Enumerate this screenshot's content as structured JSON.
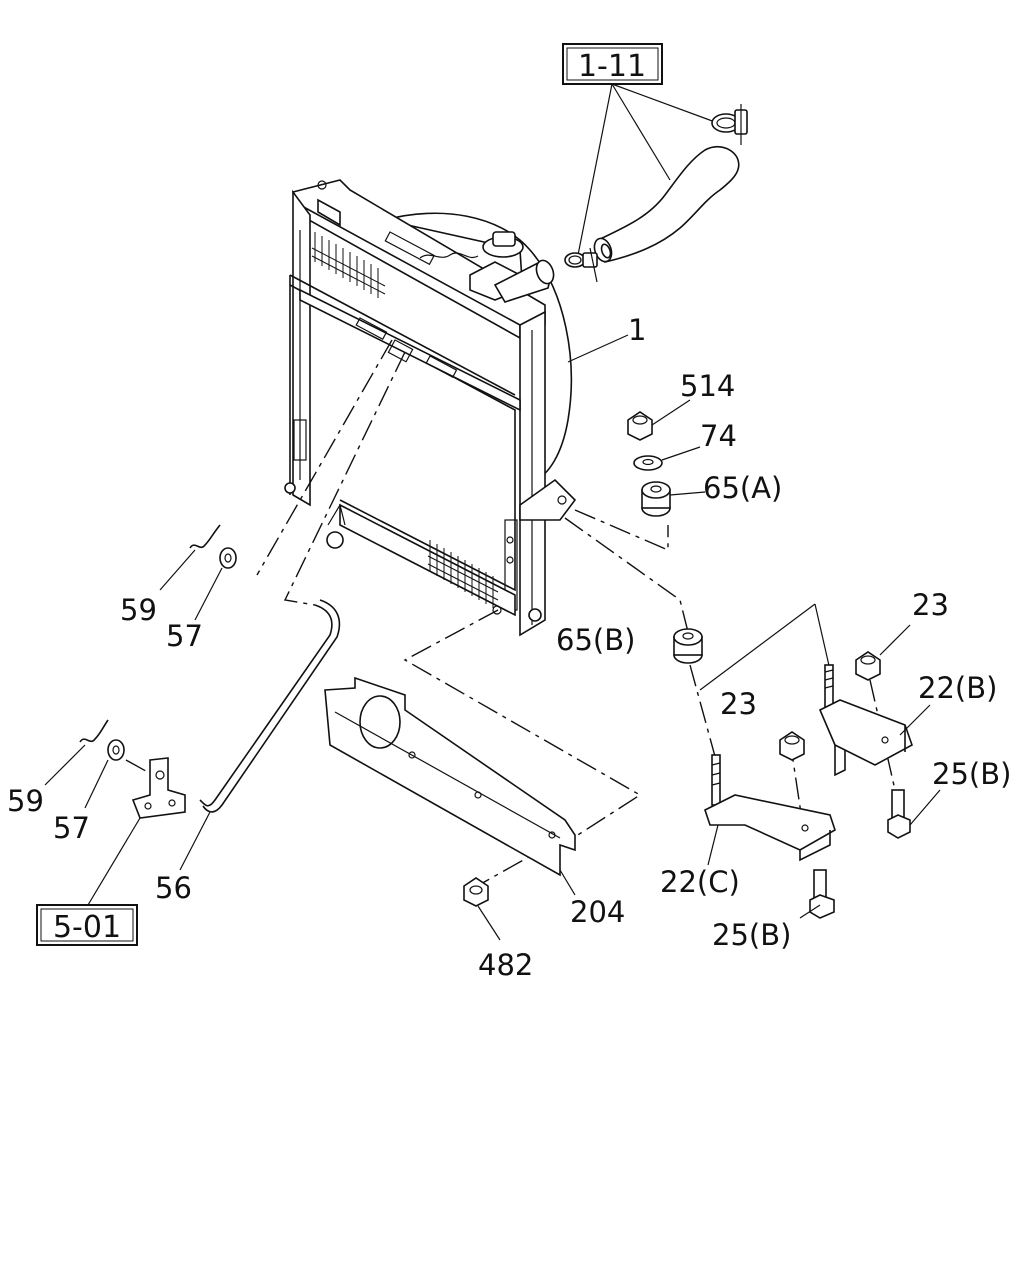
{
  "diagram": {
    "ref_boxes": [
      {
        "id": "ref-1-11",
        "text": "1-11"
      },
      {
        "id": "ref-5-01",
        "text": "5-01"
      }
    ],
    "labels": [
      {
        "id": "label-1",
        "text": "1"
      },
      {
        "id": "label-514",
        "text": "514"
      },
      {
        "id": "label-74",
        "text": "74"
      },
      {
        "id": "label-65a",
        "text": "65(A)"
      },
      {
        "id": "label-65b",
        "text": "65(B)"
      },
      {
        "id": "label-23a",
        "text": "23"
      },
      {
        "id": "label-22b",
        "text": "22(B)"
      },
      {
        "id": "label-23b",
        "text": "23"
      },
      {
        "id": "label-25b-1",
        "text": "25(B)"
      },
      {
        "id": "label-22c",
        "text": "22(C)"
      },
      {
        "id": "label-25b-2",
        "text": "25(B)"
      },
      {
        "id": "label-59a",
        "text": "59"
      },
      {
        "id": "label-57a",
        "text": "57"
      },
      {
        "id": "label-59b",
        "text": "59"
      },
      {
        "id": "label-57b",
        "text": "57"
      },
      {
        "id": "label-56",
        "text": "56"
      },
      {
        "id": "label-204",
        "text": "204"
      },
      {
        "id": "label-482",
        "text": "482"
      }
    ]
  }
}
